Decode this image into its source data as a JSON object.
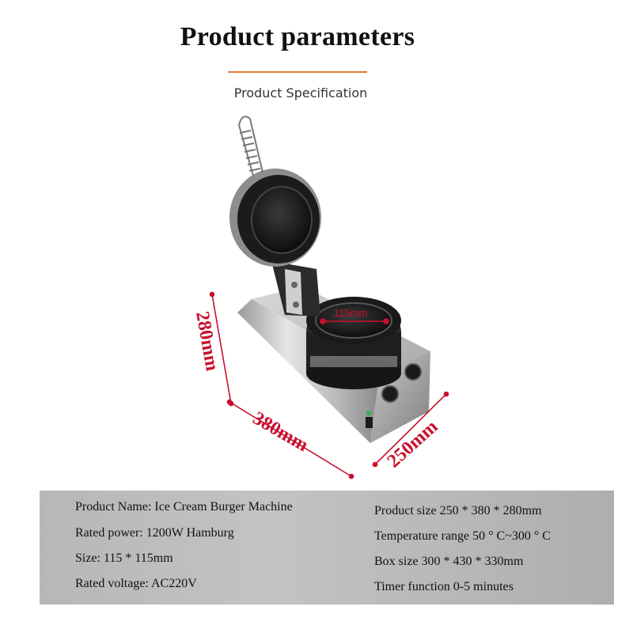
{
  "header": {
    "title": "Product parameters",
    "subtitle": "Product Specification"
  },
  "figure": {
    "dimensions": {
      "height": "280mm",
      "length": "380mm",
      "width": "250mm",
      "plate": "115mm"
    },
    "colors": {
      "dimension_line": "#c8102e",
      "accent_rule": "#e07b39"
    }
  },
  "specs": {
    "left": [
      "Product Name: Ice Cream Burger Machine",
      "Rated power: 1200W Hamburg",
      "Size: 115 * 115mm",
      "Rated voltage: AC220V"
    ],
    "right": [
      "Product size 250 * 380 * 280mm",
      "Temperature range 50 ° C~300 ° C",
      "Box size 300 * 430 * 330mm",
      "Timer function 0-5 minutes"
    ]
  }
}
